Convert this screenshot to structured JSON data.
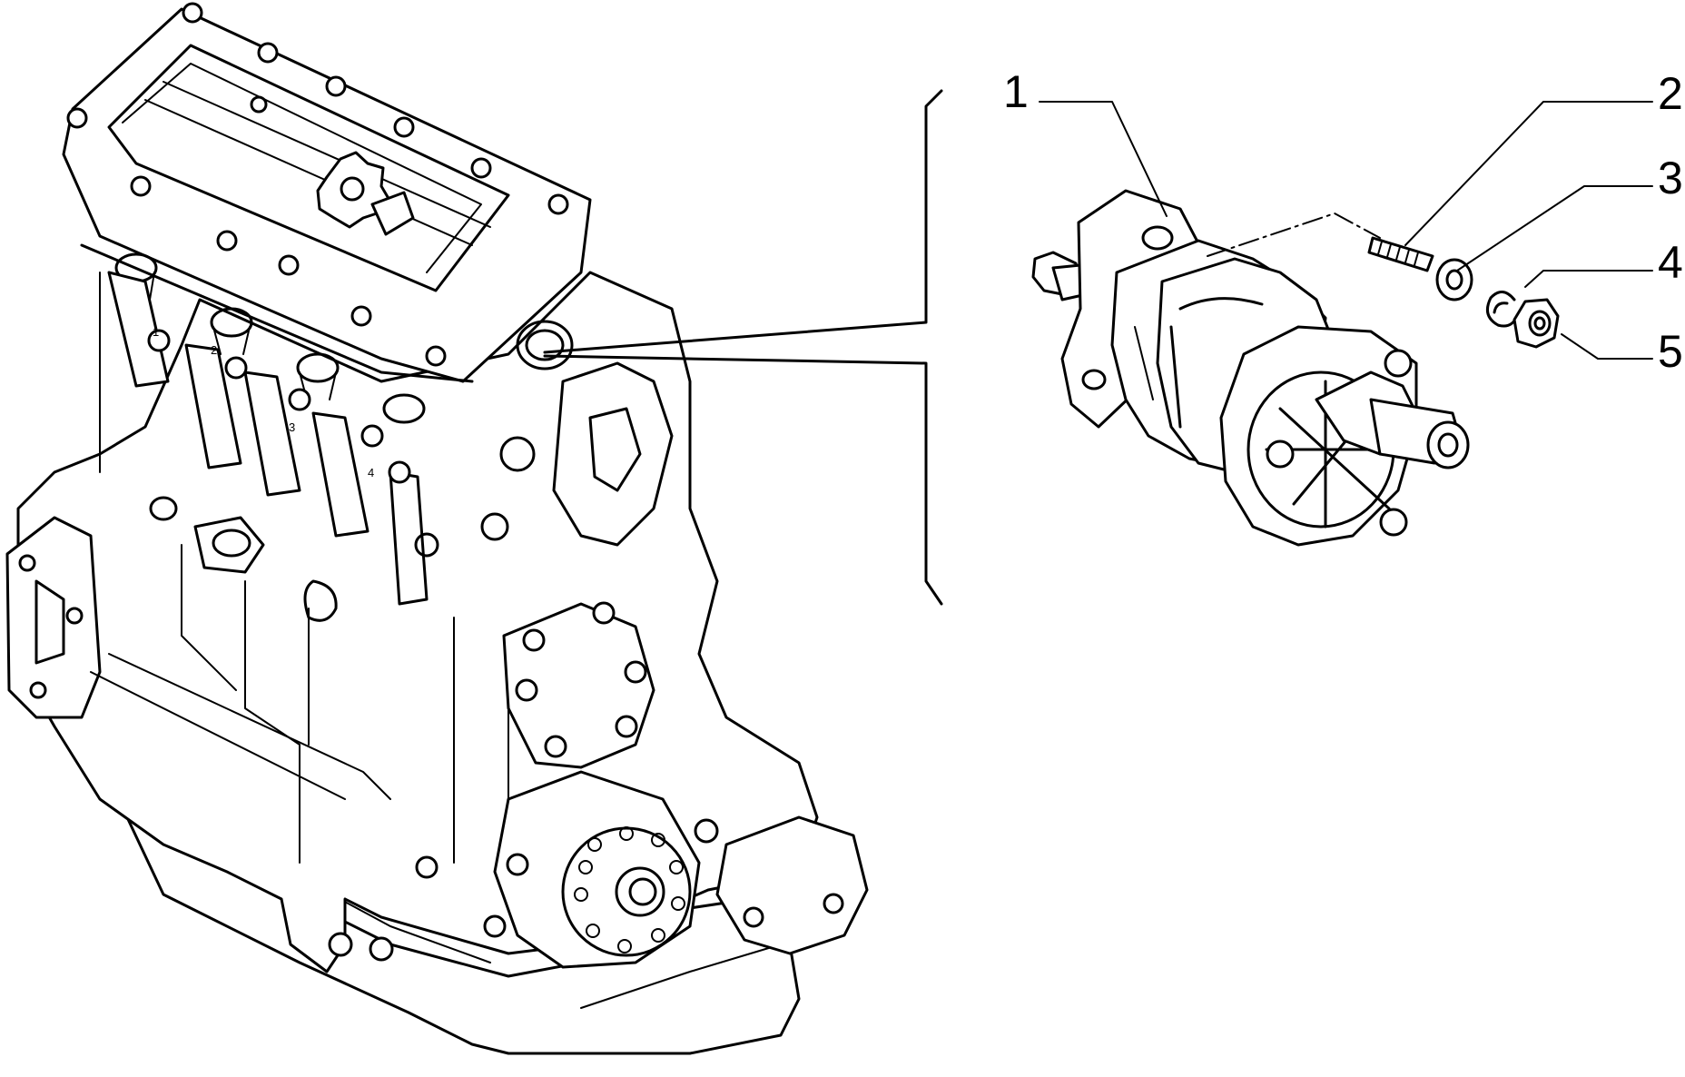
{
  "callouts": [
    {
      "id": "1",
      "label": "1"
    },
    {
      "id": "2",
      "label": "2"
    },
    {
      "id": "3",
      "label": "3"
    },
    {
      "id": "4",
      "label": "4"
    },
    {
      "id": "5",
      "label": "5"
    }
  ],
  "engine_cylinder_marks": [
    "1",
    "2",
    "3",
    "4"
  ],
  "colors": {
    "line": "#000000",
    "background": "#ffffff"
  }
}
